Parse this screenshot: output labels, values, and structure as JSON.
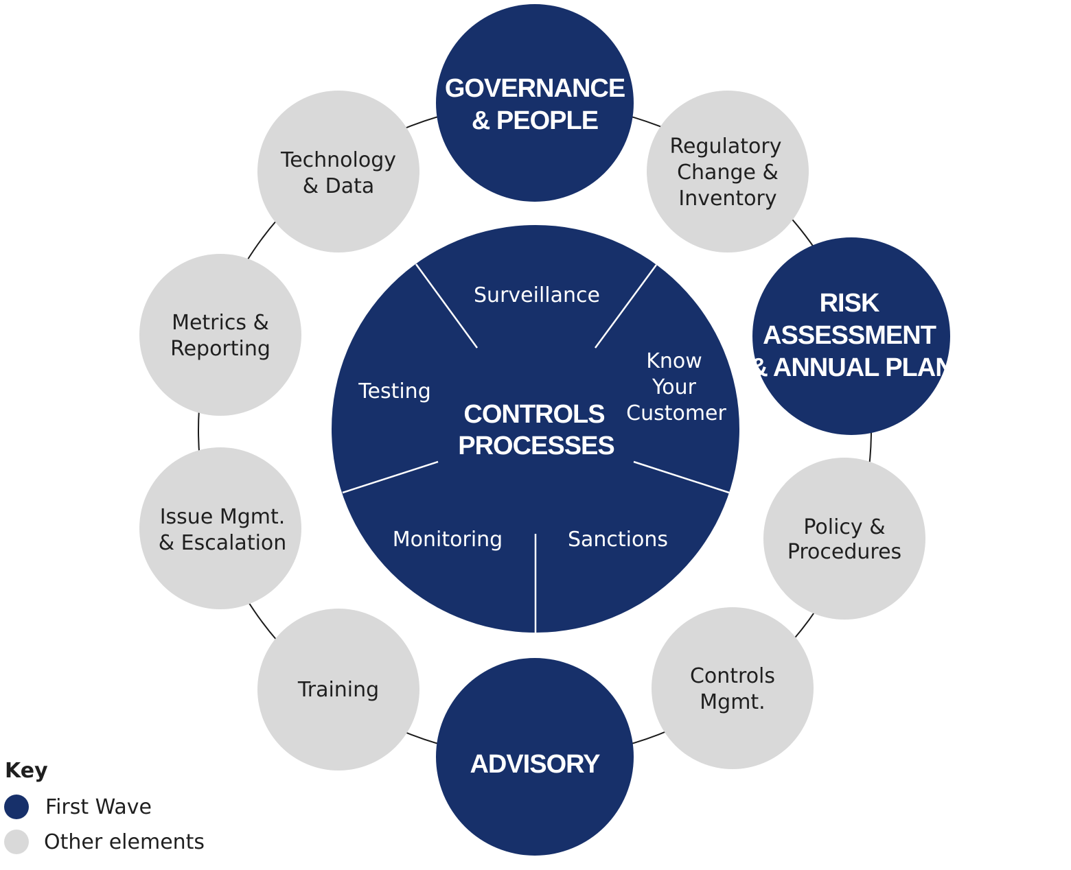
{
  "colors": {
    "first_wave": "#17306a",
    "other": "#d9d9d9",
    "connector": "#1a1a1a"
  },
  "center": {
    "title": [
      "CONTROLS",
      "PROCESSES"
    ],
    "segments": {
      "surveillance": "Surveillance",
      "kyc": [
        "Know",
        "Your",
        "Customer"
      ],
      "sanctions": "Sanctions",
      "monitoring": "Monitoring",
      "testing": "Testing"
    }
  },
  "nodes": {
    "governance": {
      "type": "first_wave",
      "lines": [
        "GOVERNANCE",
        "& PEOPLE"
      ]
    },
    "regulatory": {
      "type": "other",
      "lines": [
        "Regulatory",
        "Change &",
        "Inventory"
      ]
    },
    "risk": {
      "type": "first_wave",
      "lines": [
        "RISK",
        "ASSESSMENT",
        "& ANNUAL PLAN"
      ]
    },
    "policy": {
      "type": "other",
      "lines": [
        "Policy &",
        "Procedures"
      ]
    },
    "controls_mgmt": {
      "type": "other",
      "lines": [
        "Controls",
        "Mgmt."
      ]
    },
    "advisory": {
      "type": "first_wave",
      "lines": [
        "ADVISORY"
      ]
    },
    "training": {
      "type": "other",
      "lines": [
        "Training"
      ]
    },
    "issue": {
      "type": "other",
      "lines": [
        "Issue Mgmt.",
        "& Escalation"
      ]
    },
    "metrics": {
      "type": "other",
      "lines": [
        "Metrics &",
        "Reporting"
      ]
    },
    "technology": {
      "type": "other",
      "lines": [
        "Technology",
        "& Data"
      ]
    }
  },
  "key": {
    "title": "Key",
    "items": [
      {
        "label": "First Wave",
        "color": "#17306a"
      },
      {
        "label": "Other elements",
        "color": "#d9d9d9"
      }
    ]
  }
}
